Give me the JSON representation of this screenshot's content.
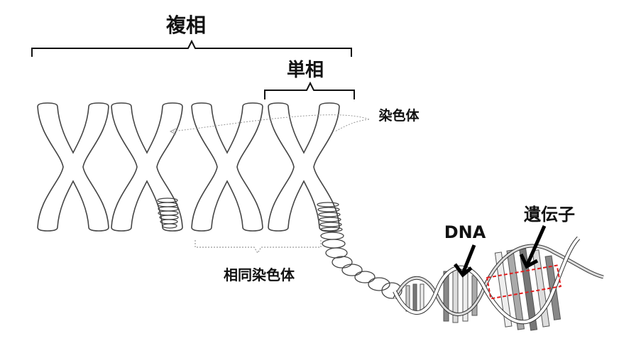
{
  "labels": {
    "diploid": "複相",
    "haploid": "単相",
    "chromosome": "染色体",
    "homologous_chromosomes": "相同染色体",
    "dna": "DNA",
    "gene": "遺伝子"
  },
  "colors": {
    "outline": "#333333",
    "gene_box": "#e02020",
    "strand_dark": "#777777",
    "strand_light": "#cccccc"
  }
}
